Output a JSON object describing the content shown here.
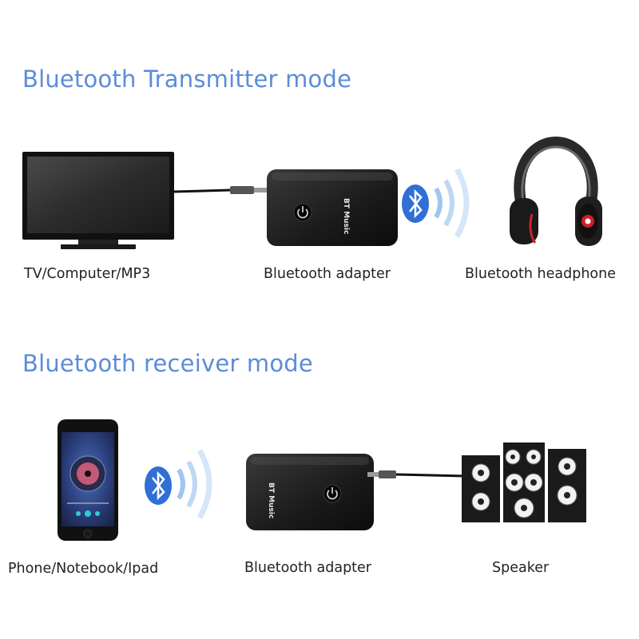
{
  "transmitter": {
    "title": "Bluetooth Transmitter mode",
    "source_label": "TV/Computer/MP3",
    "adapter_label": "Bluetooth adapter",
    "adapter_text": "BT  Music",
    "target_label": "Bluetooth headphone"
  },
  "receiver": {
    "title": "Bluetooth receiver mode",
    "source_label": "Phone/Notebook/Ipad",
    "adapter_label": "Bluetooth adapter",
    "adapter_text": "BT  Music",
    "target_label": "Speaker"
  },
  "colors": {
    "heading": "#5b8cd8",
    "bluetooth": "#2f6fd6",
    "headphone_accent": "#d0202a",
    "device": "#141414"
  },
  "icons": [
    "bluetooth-icon",
    "power-icon",
    "signal-wave-icon"
  ]
}
